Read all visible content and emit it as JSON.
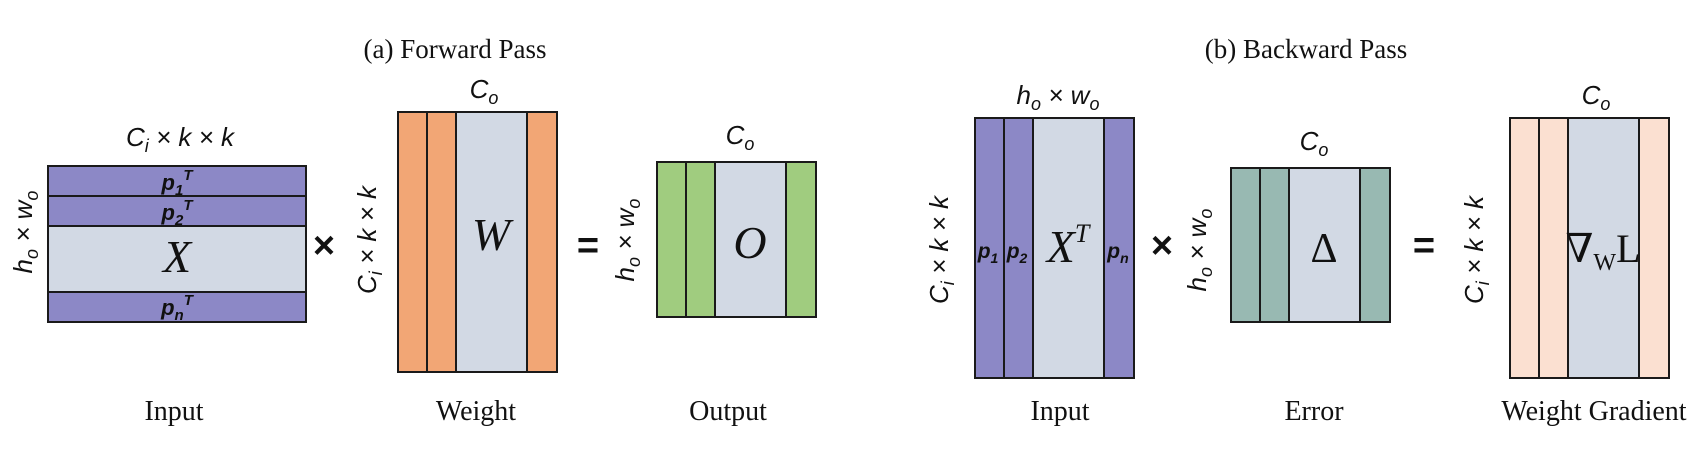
{
  "forward": {
    "title": "(a) Forward Pass",
    "input": {
      "caption": "Input",
      "top_label": "C_i × k × k",
      "side_label": "h_o × w_o",
      "symbol": "X",
      "rows": [
        "p_1^T",
        "p_2^T",
        "p_n^T"
      ]
    },
    "op_times": "×",
    "weight": {
      "caption": "Weight",
      "top_label": "C_o",
      "side_label": "C_i × k × k",
      "symbol": "W"
    },
    "op_equals": "=",
    "output": {
      "caption": "Output",
      "top_label": "C_o",
      "side_label": "h_o × w_o",
      "symbol": "O"
    }
  },
  "backward": {
    "title": "(b) Backward Pass",
    "input": {
      "caption": "Input",
      "top_label": "h_o × w_o",
      "side_label": "C_i × k × k",
      "symbol": "X^T",
      "cols": [
        "p_1",
        "p_2",
        "p_n"
      ]
    },
    "op_times": "×",
    "error": {
      "caption": "Error",
      "top_label": "C_o",
      "side_label": "h_o × w_o",
      "symbol": "Δ"
    },
    "op_equals": "=",
    "gradient": {
      "caption": "Weight Gradient",
      "top_label": "C_o",
      "side_label": "C_i × k × k",
      "symbol": "∇_W L"
    }
  },
  "colors": {
    "purple": "#8c88c6",
    "light_blue_gray": "#d2d9e4",
    "orange": "#f2a675",
    "green": "#a0cc7f",
    "teal": "#98b9b2",
    "peach": "#fbe0d1",
    "stroke": "#1a1a1a"
  }
}
